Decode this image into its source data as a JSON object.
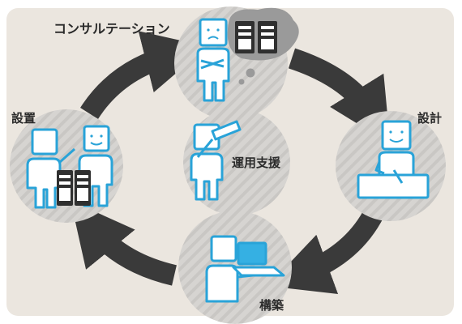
{
  "stages": {
    "consultation": "コンサルテーション",
    "design": "設計",
    "build": "構築",
    "installation": "設置"
  },
  "center": {
    "label": "運用支援"
  },
  "colors": {
    "panel": "#ebe6df",
    "circle": "#d6d4d1",
    "stripe": "#c4c2bf",
    "arrow": "#3a3a3a",
    "figure_stroke": "#29a3d8",
    "figure_fill": "#ffffff",
    "screen": "#35b0e3",
    "server": "#2f2f2f",
    "thought": "#9a9a9a"
  }
}
